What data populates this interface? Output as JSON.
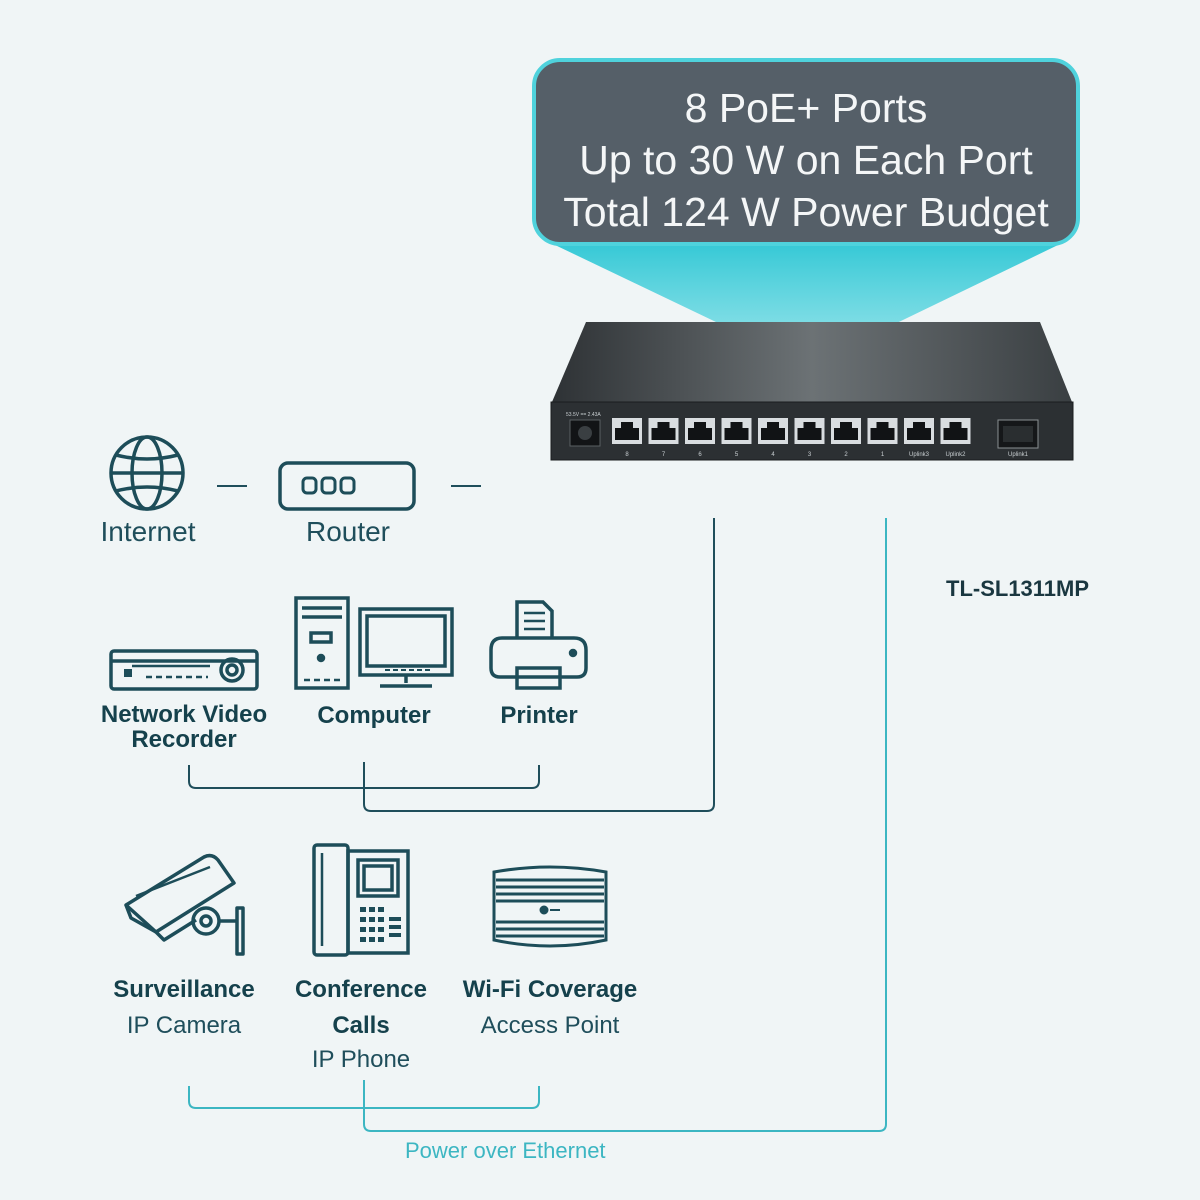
{
  "callout": {
    "line1": "8 PoE+ Ports",
    "line2": "Up to 30 W on Each Port",
    "line3": "Total 124 W Power Budget",
    "border_color": "#4fd2dc",
    "fill_color": "#555f68"
  },
  "switch": {
    "model": "TL-SL1311MP",
    "power_label": "53.5V == 2.43A",
    "port_labels": [
      "8",
      "7",
      "6",
      "5",
      "4",
      "3",
      "2",
      "1",
      "Uplink3",
      "Uplink2"
    ],
    "sfp_label": "Uplink1"
  },
  "internet": {
    "label": "Internet",
    "icon": "globe-icon"
  },
  "router": {
    "label": "Router",
    "icon": "router-icon"
  },
  "devices": {
    "nvr": {
      "line1": "Network Video",
      "line2": "Recorder",
      "icon": "nvr-icon"
    },
    "computer": {
      "label": "Computer",
      "icon": "computer-icon"
    },
    "printer": {
      "label": "Printer",
      "icon": "printer-icon"
    },
    "camera": {
      "title": "Surveillance",
      "sub": "IP Camera",
      "icon": "camera-icon"
    },
    "phone": {
      "title1": "Conference",
      "title2": "Calls",
      "sub": "IP Phone",
      "icon": "phone-icon"
    },
    "ap": {
      "title": "Wi-Fi Coverage",
      "sub": "Access Point",
      "icon": "access-point-icon"
    }
  },
  "poe_label": "Power over Ethernet",
  "colors": {
    "background": "#f0f5f6",
    "dark_line": "#1f4e5b",
    "poe_line": "#3cb6c2",
    "icon_stroke": "#1d4d59"
  }
}
